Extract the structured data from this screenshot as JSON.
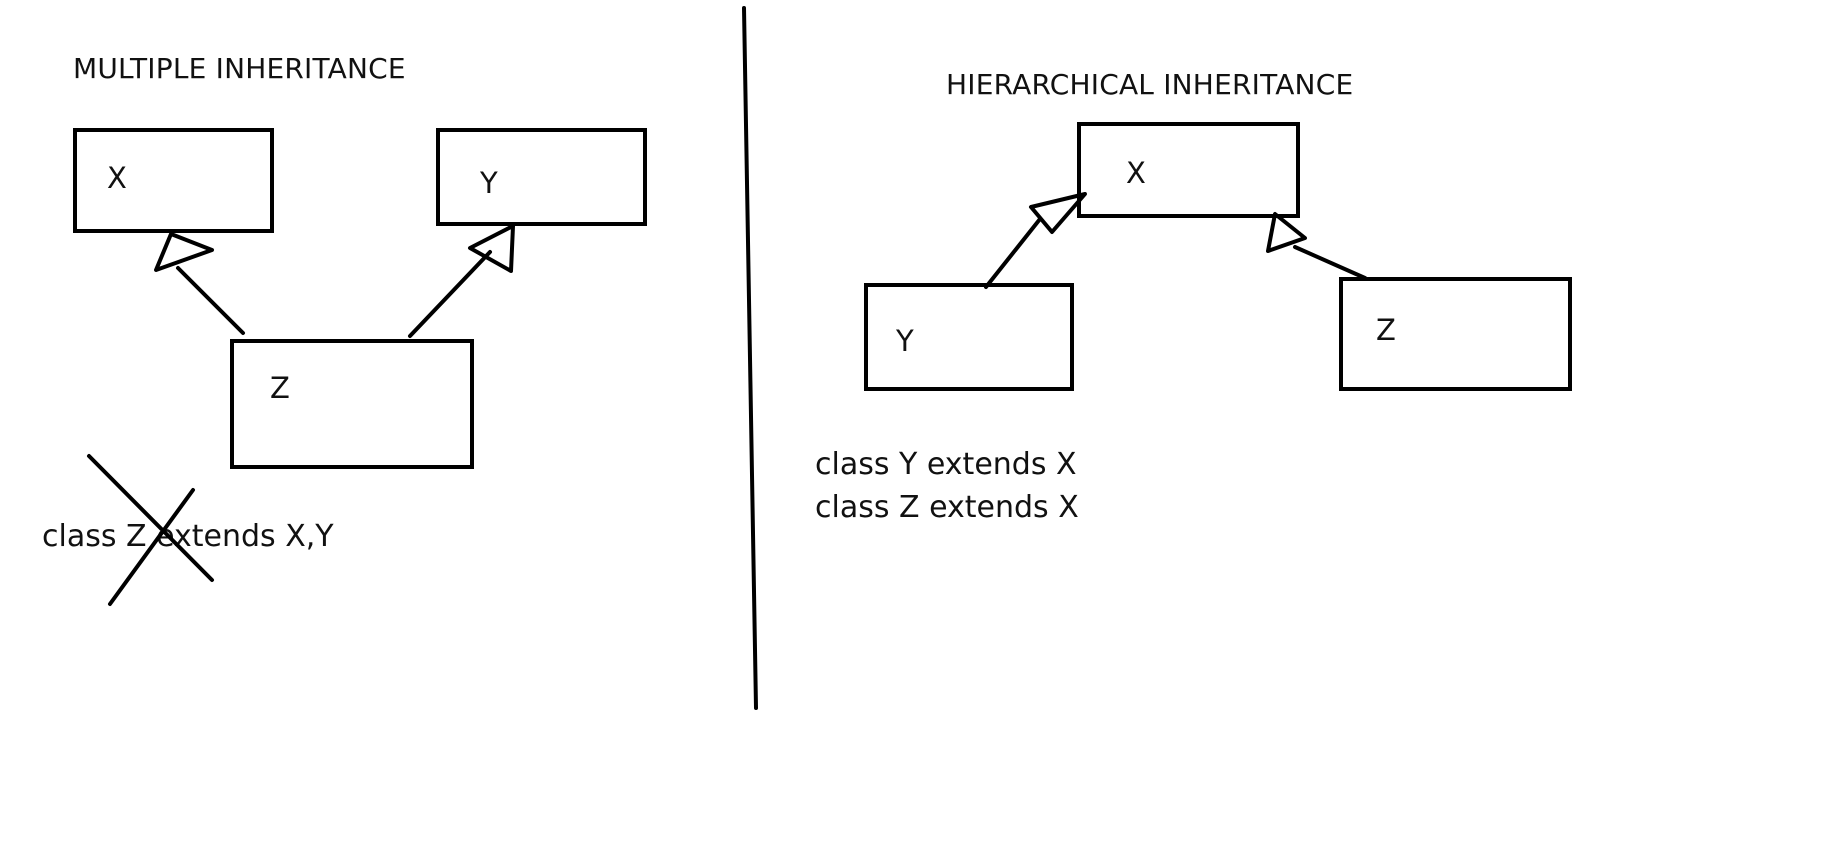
{
  "left_panel": {
    "title": "MULTIPLE INHERITANCE",
    "box_x_label": "X",
    "box_y_label": "Y",
    "box_z_label": "Z",
    "code": "class Z extends X,Y"
  },
  "right_panel": {
    "title": "HIERARCHICAL INHERITANCE",
    "box_x_label": "X",
    "box_y_label": "Y",
    "box_z_label": "Z",
    "code_line_1": "class Y extends X",
    "code_line_2": "class Z extends X"
  },
  "colors": {
    "stroke": "#000000",
    "background": "#ffffff",
    "text": "#111111"
  }
}
